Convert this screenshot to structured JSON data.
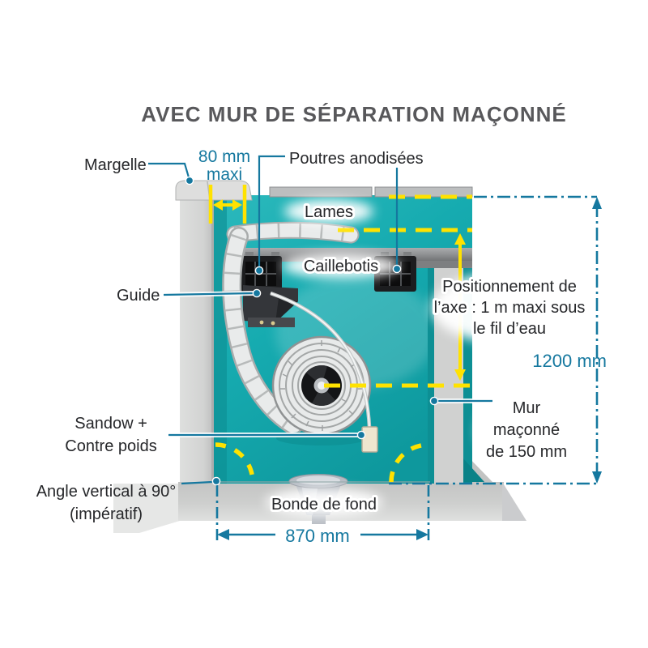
{
  "title": "AVEC MUR DE SÉPARATION MAÇONNÉ",
  "colors": {
    "accent_teal": "#15789f",
    "highlight_yellow": "#ffe200",
    "water_teal": "#14a9ae",
    "title_gray": "#58585b",
    "label_black": "#26272a"
  },
  "labels": {
    "margelle": "Margelle",
    "poutres": "Poutres anodisées",
    "lames": "Lames",
    "caillebotis": "Caillebotis",
    "guide": "Guide",
    "sandow": [
      "Sandow +",
      "Contre poids"
    ],
    "angle": [
      "Angle vertical à 90°",
      "(impératif)"
    ],
    "bonde": "Bonde de fond",
    "mur": [
      "Mur",
      "maçonné",
      "de 150 mm"
    ],
    "positionnement": [
      "Positionnement de",
      "l’axe : 1 m maxi sous",
      "le fil d’eau"
    ]
  },
  "dimensions": {
    "gap_line1": "80 mm",
    "gap_line2": "maxi",
    "height": "1200 mm",
    "width": "870 mm"
  }
}
